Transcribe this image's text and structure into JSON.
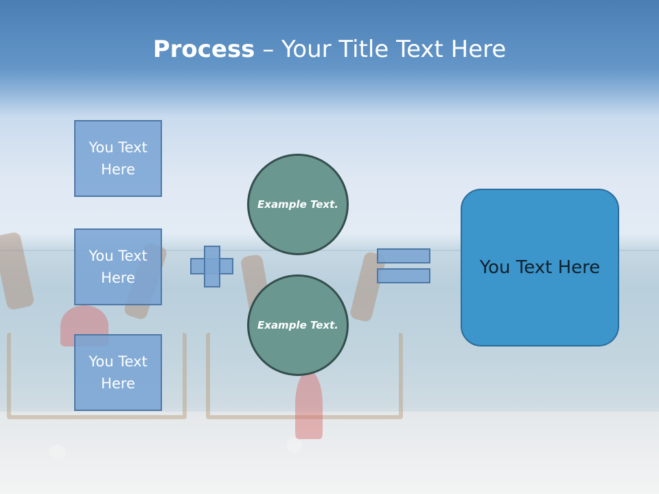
{
  "title": {
    "bold": "Process",
    "rest": " – Your Title Text Here"
  },
  "boxes": [
    {
      "text": "You Text Here"
    },
    {
      "text": "You Text Here"
    },
    {
      "text": "You Text Here"
    }
  ],
  "circles": [
    {
      "text": "Example Text."
    },
    {
      "text": "Example Text."
    }
  ],
  "result": {
    "text": "You Text Here"
  },
  "colors": {
    "box_fill": "#78a3d4",
    "circle_fill": "#6a9891",
    "result_fill": "#3c95cb",
    "title_text": "#ffffff"
  }
}
